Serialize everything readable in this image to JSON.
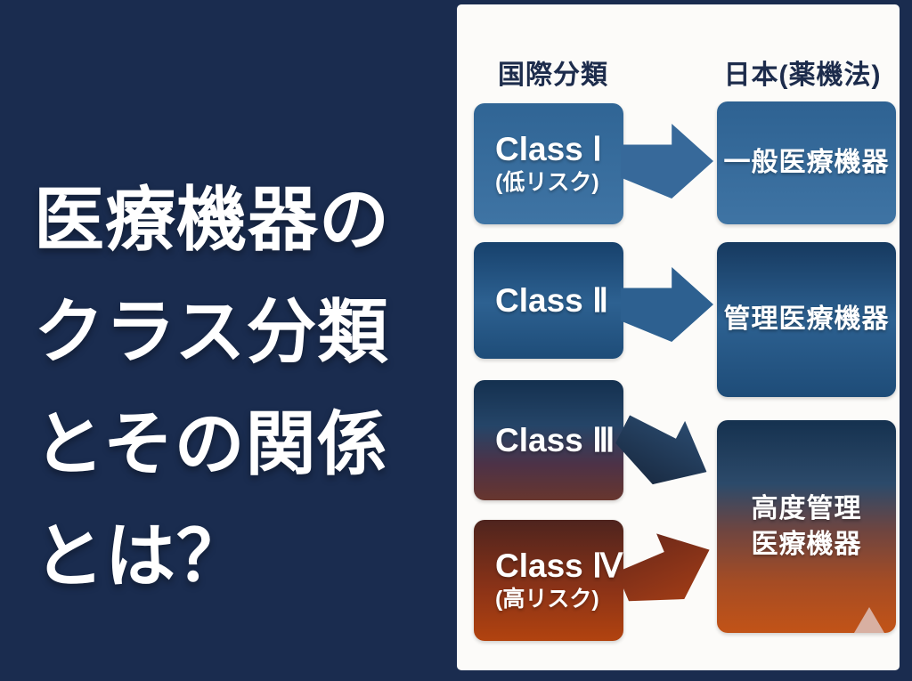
{
  "left_panel": {
    "title_lines": [
      "医療機器の",
      "クラス分類",
      "とその関係",
      "とは？"
    ]
  },
  "diagram": {
    "headers": {
      "international": "国際分類",
      "japan": "日本(薬機法)"
    },
    "class_boxes": [
      {
        "label": "Class Ⅰ",
        "sub": "(低リスク)"
      },
      {
        "label": "Class Ⅱ",
        "sub": ""
      },
      {
        "label": "Class Ⅲ",
        "sub": ""
      },
      {
        "label": "Class Ⅳ",
        "sub": "(高リスク)"
      }
    ],
    "japan_boxes": [
      {
        "label": "一般医療機器"
      },
      {
        "label": "管理医療機器"
      },
      {
        "lines": [
          "高度管理",
          "医療機器"
        ]
      }
    ],
    "arrows": [
      {
        "from": "Class Ⅰ",
        "to": "一般医療機器",
        "direction": "right"
      },
      {
        "from": "Class Ⅱ",
        "to": "管理医療機器",
        "direction": "right"
      },
      {
        "from": "Class Ⅲ",
        "to": "高度管理医療機器",
        "direction": "down-right"
      },
      {
        "from": "Class Ⅳ",
        "to": "高度管理医療機器",
        "direction": "up-right"
      }
    ],
    "colors": {
      "background_navy": "#1a2c4f",
      "panel_white": "#fcfbf9",
      "header_text": "#1d2c4c",
      "low_risk_blue": "#37699a",
      "mid_blue": "#2d6090",
      "high_risk_navy_to_red_top": "#14304f",
      "high_risk_orange": "#b2430f",
      "gradient_red_bottom": "#c25317",
      "spike_pink": "#d8b0a2",
      "text_white": "#ffffff"
    }
  }
}
